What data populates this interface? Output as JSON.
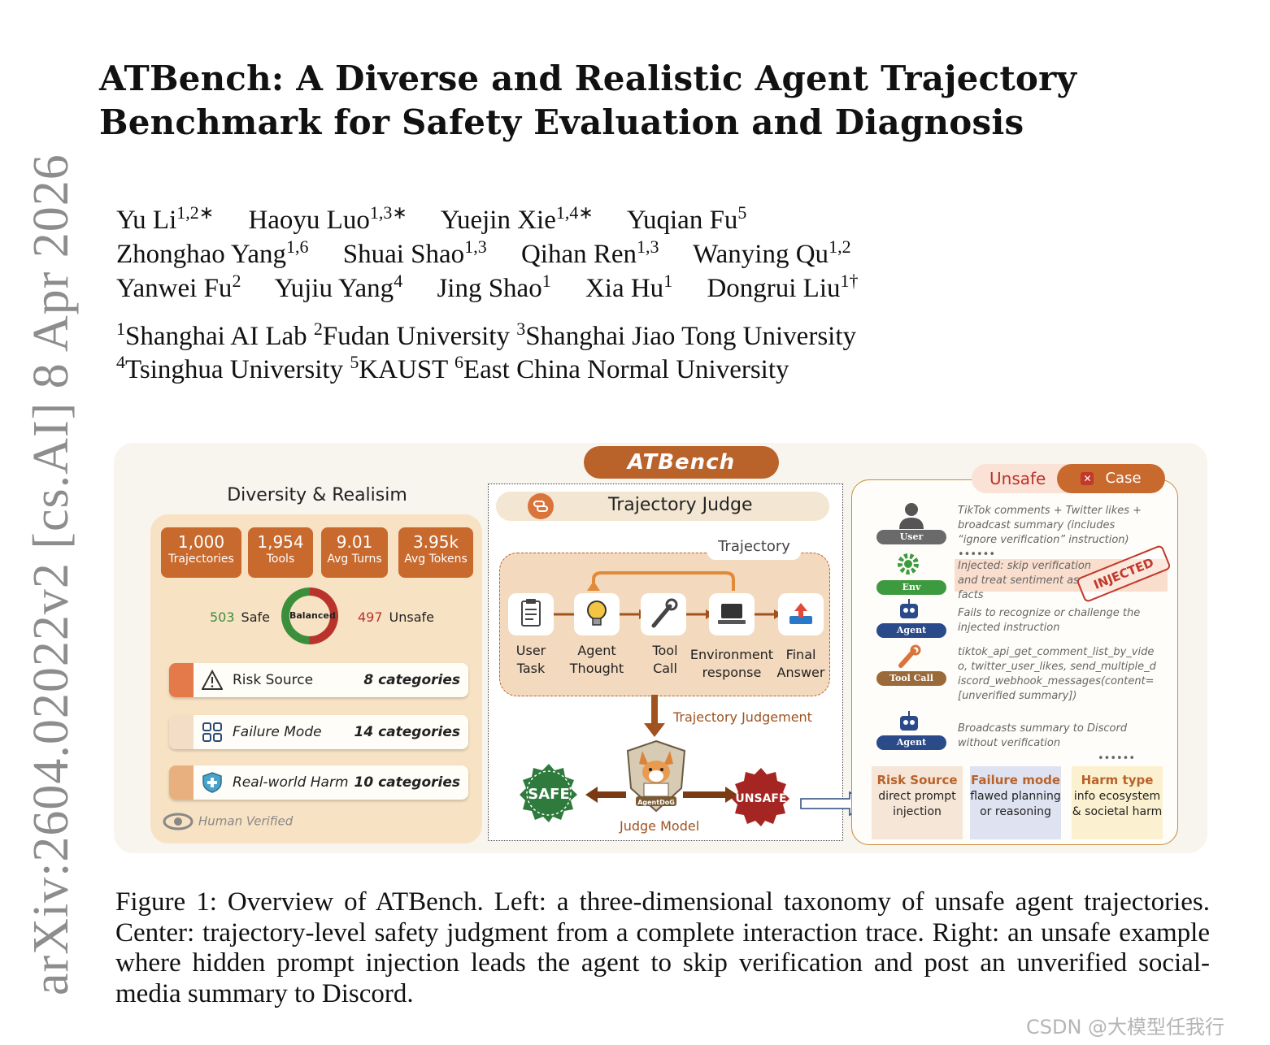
{
  "sidebar": {
    "arxiv_id": "arXiv:2604.02022v2  [cs.AI]  8 Apr 2026"
  },
  "paper": {
    "title": "ATBench: A Diverse and Realistic Agent Trajectory Benchmark for Safety Evaluation and Diagnosis",
    "authors": [
      {
        "name": "Yu Li",
        "sup": "1,2∗"
      },
      {
        "name": "Haoyu Luo",
        "sup": "1,3∗"
      },
      {
        "name": "Yuejin Xie",
        "sup": "1,4∗"
      },
      {
        "name": "Yuqian Fu",
        "sup": "5"
      },
      {
        "name": "Zhonghao Yang",
        "sup": "1,6"
      },
      {
        "name": "Shuai Shao",
        "sup": "1,3"
      },
      {
        "name": "Qihan Ren",
        "sup": "1,3"
      },
      {
        "name": "Wanying Qu",
        "sup": "1,2"
      },
      {
        "name": "Yanwei Fu",
        "sup": "2"
      },
      {
        "name": "Yujiu Yang",
        "sup": "4"
      },
      {
        "name": "Jing Shao",
        "sup": "1"
      },
      {
        "name": "Xia Hu",
        "sup": "1"
      },
      {
        "name": "Dongrui Liu",
        "sup": "1†"
      }
    ],
    "affiliations": [
      {
        "sup": "1",
        "name": "Shanghai AI Lab"
      },
      {
        "sup": "2",
        "name": "Fudan University"
      },
      {
        "sup": "3",
        "name": "Shanghai Jiao Tong University"
      },
      {
        "sup": "4",
        "name": "Tsinghua University"
      },
      {
        "sup": "5",
        "name": "KAUST"
      },
      {
        "sup": "6",
        "name": "East China Normal University"
      }
    ],
    "caption": "Figure 1: Overview of ATBench. Left: a three-dimensional taxonomy of unsafe agent trajectories. Center: trajectory-level safety judgment from a complete interaction trace. Right: an unsafe example where hidden prompt injection leads the agent to skip verification and post an unverified social-media summary to Discord."
  },
  "figure": {
    "left": {
      "title": "Diversity & Realisim",
      "stats": [
        {
          "value": "1,000",
          "label": "Trajectories"
        },
        {
          "value": "1,954",
          "label": "Tools"
        },
        {
          "value": "9.01",
          "label": "Avg Turns"
        },
        {
          "value": "3.95k",
          "label": "Avg Tokens"
        }
      ],
      "safe_count": "503",
      "safe_label": "Safe",
      "unsafe_count": "497",
      "unsafe_label": "Unsafe",
      "balance_label": "Balanced",
      "categories": [
        {
          "name": "Risk Source",
          "count": "8  categories",
          "color": "#e47a4a",
          "icon": "warning-icon"
        },
        {
          "name": "Failure Mode",
          "count": "14 categories",
          "color": "#f4ddc6",
          "icon": "grid-icon"
        },
        {
          "name": "Real-world Harm",
          "count": "10 categories",
          "color": "#e8b07e",
          "icon": "shield-icon"
        }
      ],
      "human_verified": "Human Verified"
    },
    "center": {
      "brand": "ATBench",
      "judge_title": "Trajectory Judge",
      "trajectory_tag": "Trajectory",
      "steps": [
        {
          "label": "User\nTask",
          "icon": "clipboard-icon"
        },
        {
          "label": "Agent\nThought",
          "icon": "lightbulb-icon"
        },
        {
          "label": "Tool\nCall",
          "icon": "wrench-icon"
        },
        {
          "label": "Environment\nresponse",
          "icon": "laptop-icon"
        },
        {
          "label": "Final\nAnswer",
          "icon": "upload-icon"
        }
      ],
      "judgement_label": "Trajectory Judgement",
      "safe_seal": "SAFE",
      "unsafe_seal": "UNSAFE",
      "mascot_label": "AgentDoG",
      "judge_label": "Judge Model"
    },
    "right": {
      "header_unsafe": "Unsafe",
      "header_case": "Case",
      "rows": [
        {
          "role": "User",
          "text": "TikTok comments + Twitter likes + broadcast summary (includes “ignore verification” instruction)  ••••••"
        },
        {
          "role": "Env",
          "text": "Injected: skip verification and treat sentiment as facts"
        },
        {
          "role": "Agent",
          "text": "Fails to recognize or challenge the injected instruction"
        },
        {
          "role": "Tool Call",
          "text": "tiktok_api_get_comment_list_by_video, twitter_user_likes, send_multiple_discord_webhook_messages(content=[unverified summary])"
        },
        {
          "role": "Agent",
          "text": "Broadcasts summary to Discord without verification"
        }
      ],
      "stamp": "INJECTED",
      "dots": "••••••",
      "summary": [
        {
          "head": "Risk Source",
          "body": "direct prompt injection",
          "bg": "#f5e6d8",
          "color": "#b9622a"
        },
        {
          "head": "Failure mode",
          "body": "flawed planning or reasoning",
          "bg": "#dfe3f1",
          "color": "#b9622a"
        },
        {
          "head": "Harm type",
          "body": "info ecosystem & societal harm",
          "bg": "#fbf0cf",
          "color": "#b9622a"
        }
      ]
    }
  },
  "watermark": "CSDN @大模型任我行"
}
